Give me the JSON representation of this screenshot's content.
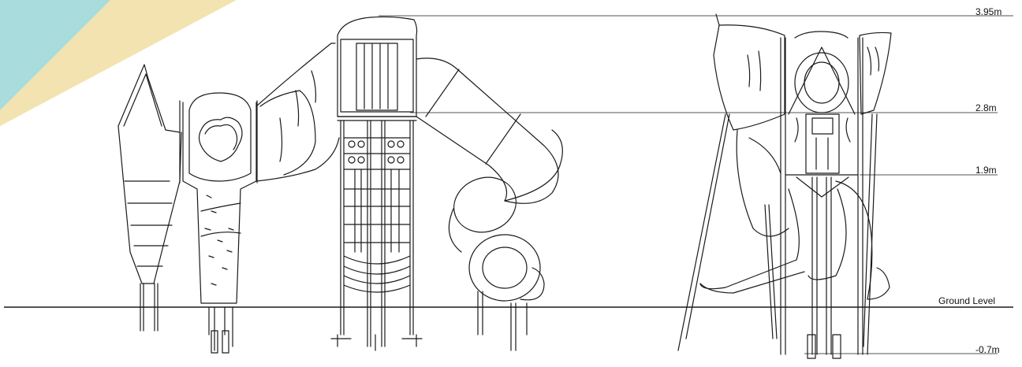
{
  "levels": {
    "top": "3.95m",
    "platform_high": "2.8m",
    "platform_low": "1.9m",
    "ground": "Ground Level",
    "footing": "-0.7m"
  },
  "colors": {
    "stroke": "#1a1a1a",
    "corner_teal": "#a9dcdc",
    "corner_sand": "#f3e3b0"
  }
}
